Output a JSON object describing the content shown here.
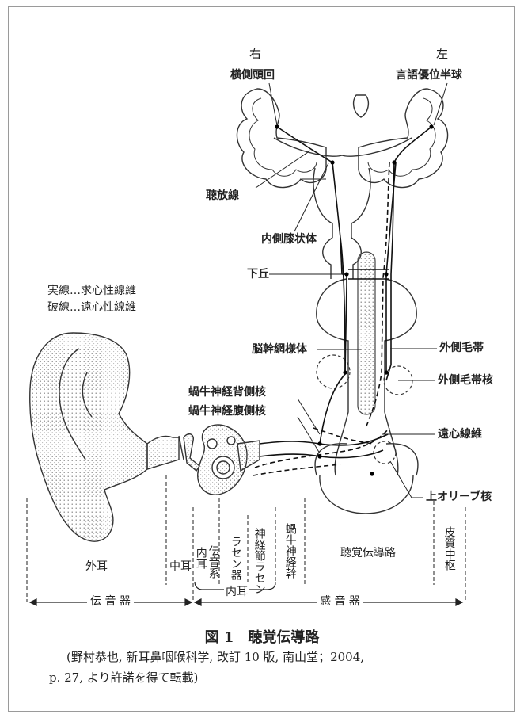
{
  "side_labels": {
    "right": "右",
    "left": "左"
  },
  "cortex": {
    "heschl": "横側頭回",
    "dominant": "言語優位半球"
  },
  "pathway_labels": {
    "radiation": "聴放線",
    "mgb": "内側膝状体",
    "ic": "下丘",
    "reticular": "脳幹網様体",
    "lemniscus": "外側毛帯",
    "lemniscus_nucleus": "外側毛帯核",
    "dcn": "蝸牛神経背側核",
    "vcn": "蝸牛神経腹側核",
    "efferent": "遠心線維",
    "soc": "上オリーブ核"
  },
  "legend": {
    "solid": "実線…求心性線維",
    "dashed": "破線…遠心性線維"
  },
  "sections": {
    "outer_ear": "外耳",
    "middle_ear": "中耳",
    "inner_ear_short": "内耳",
    "conduction_system": "伝音系",
    "organ_of_corti": "ラセン器",
    "spiral_ganglion": "神経節ラセン",
    "nerve_trunk": "蝸牛神経幹",
    "auditory_pathway": "聴覚伝導路",
    "cortical_center": "皮質中枢",
    "inner_ear": "内耳",
    "conductive": "伝 音 器",
    "sensory": "感 音 器"
  },
  "caption": {
    "title": "図 1　聴覚伝導路",
    "line1": "(野村恭也, 新耳鼻咽喉科学, 改訂 10 版, 南山堂；2004,",
    "line2": "p. 27, より許諾を得て転載)"
  }
}
